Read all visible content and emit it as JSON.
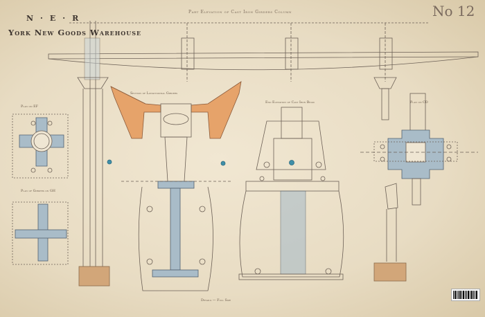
{
  "title": {
    "company": "N·E·R",
    "project": "York New Goods Warehouse",
    "sheet": "No 12"
  },
  "labels": {
    "main": "Part Elevation of Cast Iron Girders Column",
    "plan_ef": "Plan on EF",
    "plan_girders": "Plan of Girders on GH",
    "section": "Section of Longitudinal Girders",
    "end_elevation": "End Elevation of Cast Iron Beam",
    "plan_cd": "Plan on CD",
    "scale": "Details — Full Size"
  },
  "colors": {
    "paper": "#e9e0cd",
    "ink": "#6b5f55",
    "blue_wash": "#a9bcc8",
    "orange_wash": "#e6a36a",
    "brick": "#d2a679"
  }
}
